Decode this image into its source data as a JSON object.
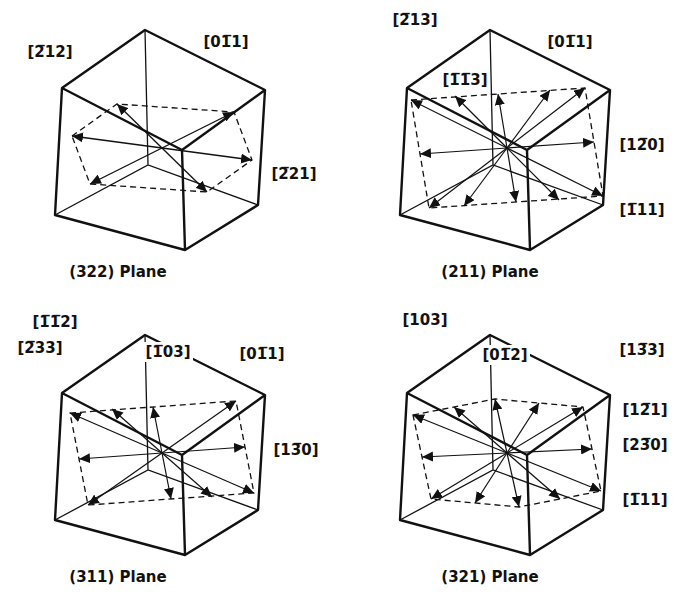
{
  "diagram": {
    "labels": [
      "[2̅12]",
      "[01̅1]",
      "[2̅21]",
      "(322) Plane",
      "[2̅13]",
      "[01̅1]",
      "[1̅1̅3]",
      "[12̅0]",
      "[1̅11]",
      "(211) Plane",
      "[1̅1̅2]",
      "[2̅33]",
      "[1̅03]",
      "[01̅1]",
      "[13̅0]",
      "(311) Plane",
      "[103]",
      "[01̅2]",
      "[13̅3]",
      "[12̅1]",
      "[23̅0]",
      "[1̅11]",
      "(321) Plane"
    ]
  }
}
